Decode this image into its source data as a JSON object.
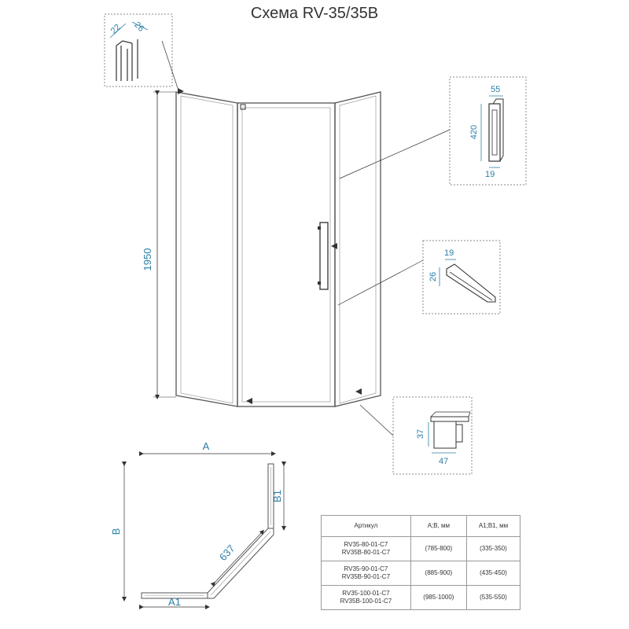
{
  "title": "Схема RV-35/35B",
  "dimensions": {
    "height": "1950",
    "profile_w1": "22",
    "profile_w2": "26",
    "handle_w": "55",
    "handle_h": "420",
    "handle_d": "19",
    "seal_w": "19",
    "seal_h": "26",
    "bracket_h": "37",
    "bracket_w": "47",
    "plan_a": "A",
    "plan_b": "B",
    "plan_a1": "A1",
    "plan_b1": "B1",
    "plan_door": "637"
  },
  "table": {
    "headers": [
      "Артикул",
      "A;B, мм",
      "A1;B1, мм"
    ],
    "rows": [
      {
        "article": [
          "RV35-80-01-C7",
          "RV35B-80-01-C7"
        ],
        "ab": "(785-800)",
        "a1b1": "(335-350)"
      },
      {
        "article": [
          "RV35-90-01-C7",
          "RV35B-90-01-C7"
        ],
        "ab": "(885-900)",
        "a1b1": "(435-450)"
      },
      {
        "article": [
          "RV35-100-01-C7",
          "RV35B-100-01-C7"
        ],
        "ab": "(985-1000)",
        "a1b1": "(535-550)"
      }
    ]
  },
  "colors": {
    "dim": "#2a7fa6",
    "line": "#333333",
    "frame": "#777777"
  }
}
